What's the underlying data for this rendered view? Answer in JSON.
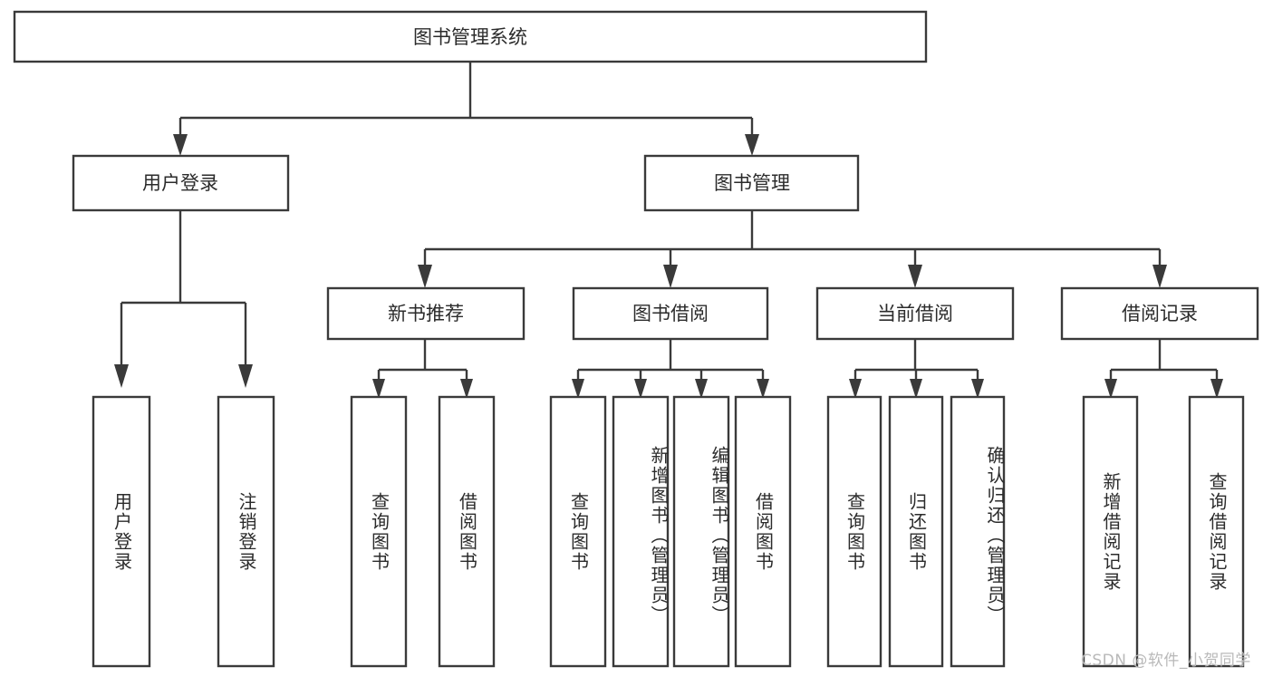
{
  "diagram": {
    "title": "图书管理系统",
    "type": "tree-hierarchy",
    "root": {
      "id": "root",
      "label": "图书管理系统",
      "orientation": "horizontal"
    },
    "level2": [
      {
        "id": "user-login",
        "label": "用户登录",
        "orientation": "horizontal"
      },
      {
        "id": "book-manage",
        "label": "图书管理",
        "orientation": "horizontal"
      }
    ],
    "level3": [
      {
        "id": "new-book-recommend",
        "label": "新书推荐",
        "orientation": "horizontal",
        "parent": "book-manage"
      },
      {
        "id": "book-borrow",
        "label": "图书借阅",
        "orientation": "horizontal",
        "parent": "book-manage"
      },
      {
        "id": "current-borrow",
        "label": "当前借阅",
        "orientation": "horizontal",
        "parent": "book-manage"
      },
      {
        "id": "borrow-record",
        "label": "借阅记录",
        "orientation": "horizontal",
        "parent": "book-manage"
      }
    ],
    "leaves": [
      {
        "id": "leaf-user-login",
        "label": "用户登录",
        "parent": "user-login",
        "orientation": "vertical"
      },
      {
        "id": "leaf-user-logout",
        "label": "注销登录",
        "parent": "user-login",
        "orientation": "vertical"
      },
      {
        "id": "leaf-query-book-1",
        "label": "查询图书",
        "parent": "new-book-recommend",
        "orientation": "vertical"
      },
      {
        "id": "leaf-borrow-book-1",
        "label": "借阅图书",
        "parent": "new-book-recommend",
        "orientation": "vertical"
      },
      {
        "id": "leaf-query-book-2",
        "label": "查询图书",
        "parent": "book-borrow",
        "orientation": "vertical"
      },
      {
        "id": "leaf-add-book",
        "label": "新增图书（管理员）",
        "parent": "book-borrow",
        "orientation": "vertical"
      },
      {
        "id": "leaf-edit-book",
        "label": "编辑图书（管理员）",
        "parent": "book-borrow",
        "orientation": "vertical"
      },
      {
        "id": "leaf-borrow-book-2",
        "label": "借阅图书",
        "parent": "book-borrow",
        "orientation": "vertical"
      },
      {
        "id": "leaf-query-book-3",
        "label": "查询图书",
        "parent": "current-borrow",
        "orientation": "vertical"
      },
      {
        "id": "leaf-return-book",
        "label": "归还图书",
        "parent": "current-borrow",
        "orientation": "vertical"
      },
      {
        "id": "leaf-confirm-return",
        "label": "确认归还（管理员）",
        "parent": "current-borrow",
        "orientation": "vertical"
      },
      {
        "id": "leaf-add-record",
        "label": "新增借阅记录",
        "parent": "borrow-record",
        "orientation": "vertical"
      },
      {
        "id": "leaf-query-record",
        "label": "查询借阅记录",
        "parent": "borrow-record",
        "orientation": "vertical"
      }
    ]
  },
  "watermark": {
    "text": "CSDN @软件_小贺同学"
  },
  "colors": {
    "background": "#ffffff",
    "box_stroke": "#3a3a3a",
    "box_fill": "#ffffff",
    "text": "#2b2b2b",
    "watermark": "#b9b9b9"
  }
}
